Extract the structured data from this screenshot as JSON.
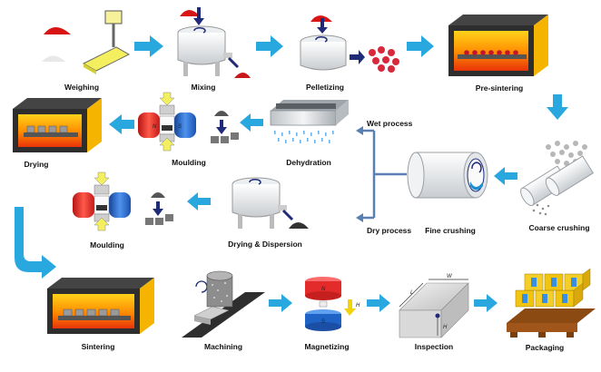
{
  "steps": {
    "weighing": "Weighing",
    "mixing": "Mixing",
    "pelletizing": "Pelletizing",
    "pre_sintering": "Pre-sintering",
    "coarse_crushing": "Coarse crushing",
    "fine_crushing": "Fine crushing",
    "dehydration": "Dehydration",
    "moulding_wet": "Moulding",
    "drying": "Drying",
    "drying_dispersion": "Drying & Dispersion",
    "moulding_dry": "Moulding",
    "sintering": "Sintering",
    "machining": "Machining",
    "magnetizing": "Magnetizing",
    "inspection": "Inspection",
    "packaging": "Packaging"
  },
  "branches": {
    "wet": "Wet process",
    "dry": "Dry process"
  },
  "marks": {
    "w": "W",
    "l": "L",
    "h": "H",
    "n": "N",
    "s": "S"
  },
  "colors": {
    "arrow": "#29a8e0",
    "flow_line": "#5b7fb5",
    "navy": "#1f2a78",
    "furnace_hot": "#f5b400",
    "magnet_red": "#e32b2b",
    "magnet_blue": "#1f63c6"
  }
}
